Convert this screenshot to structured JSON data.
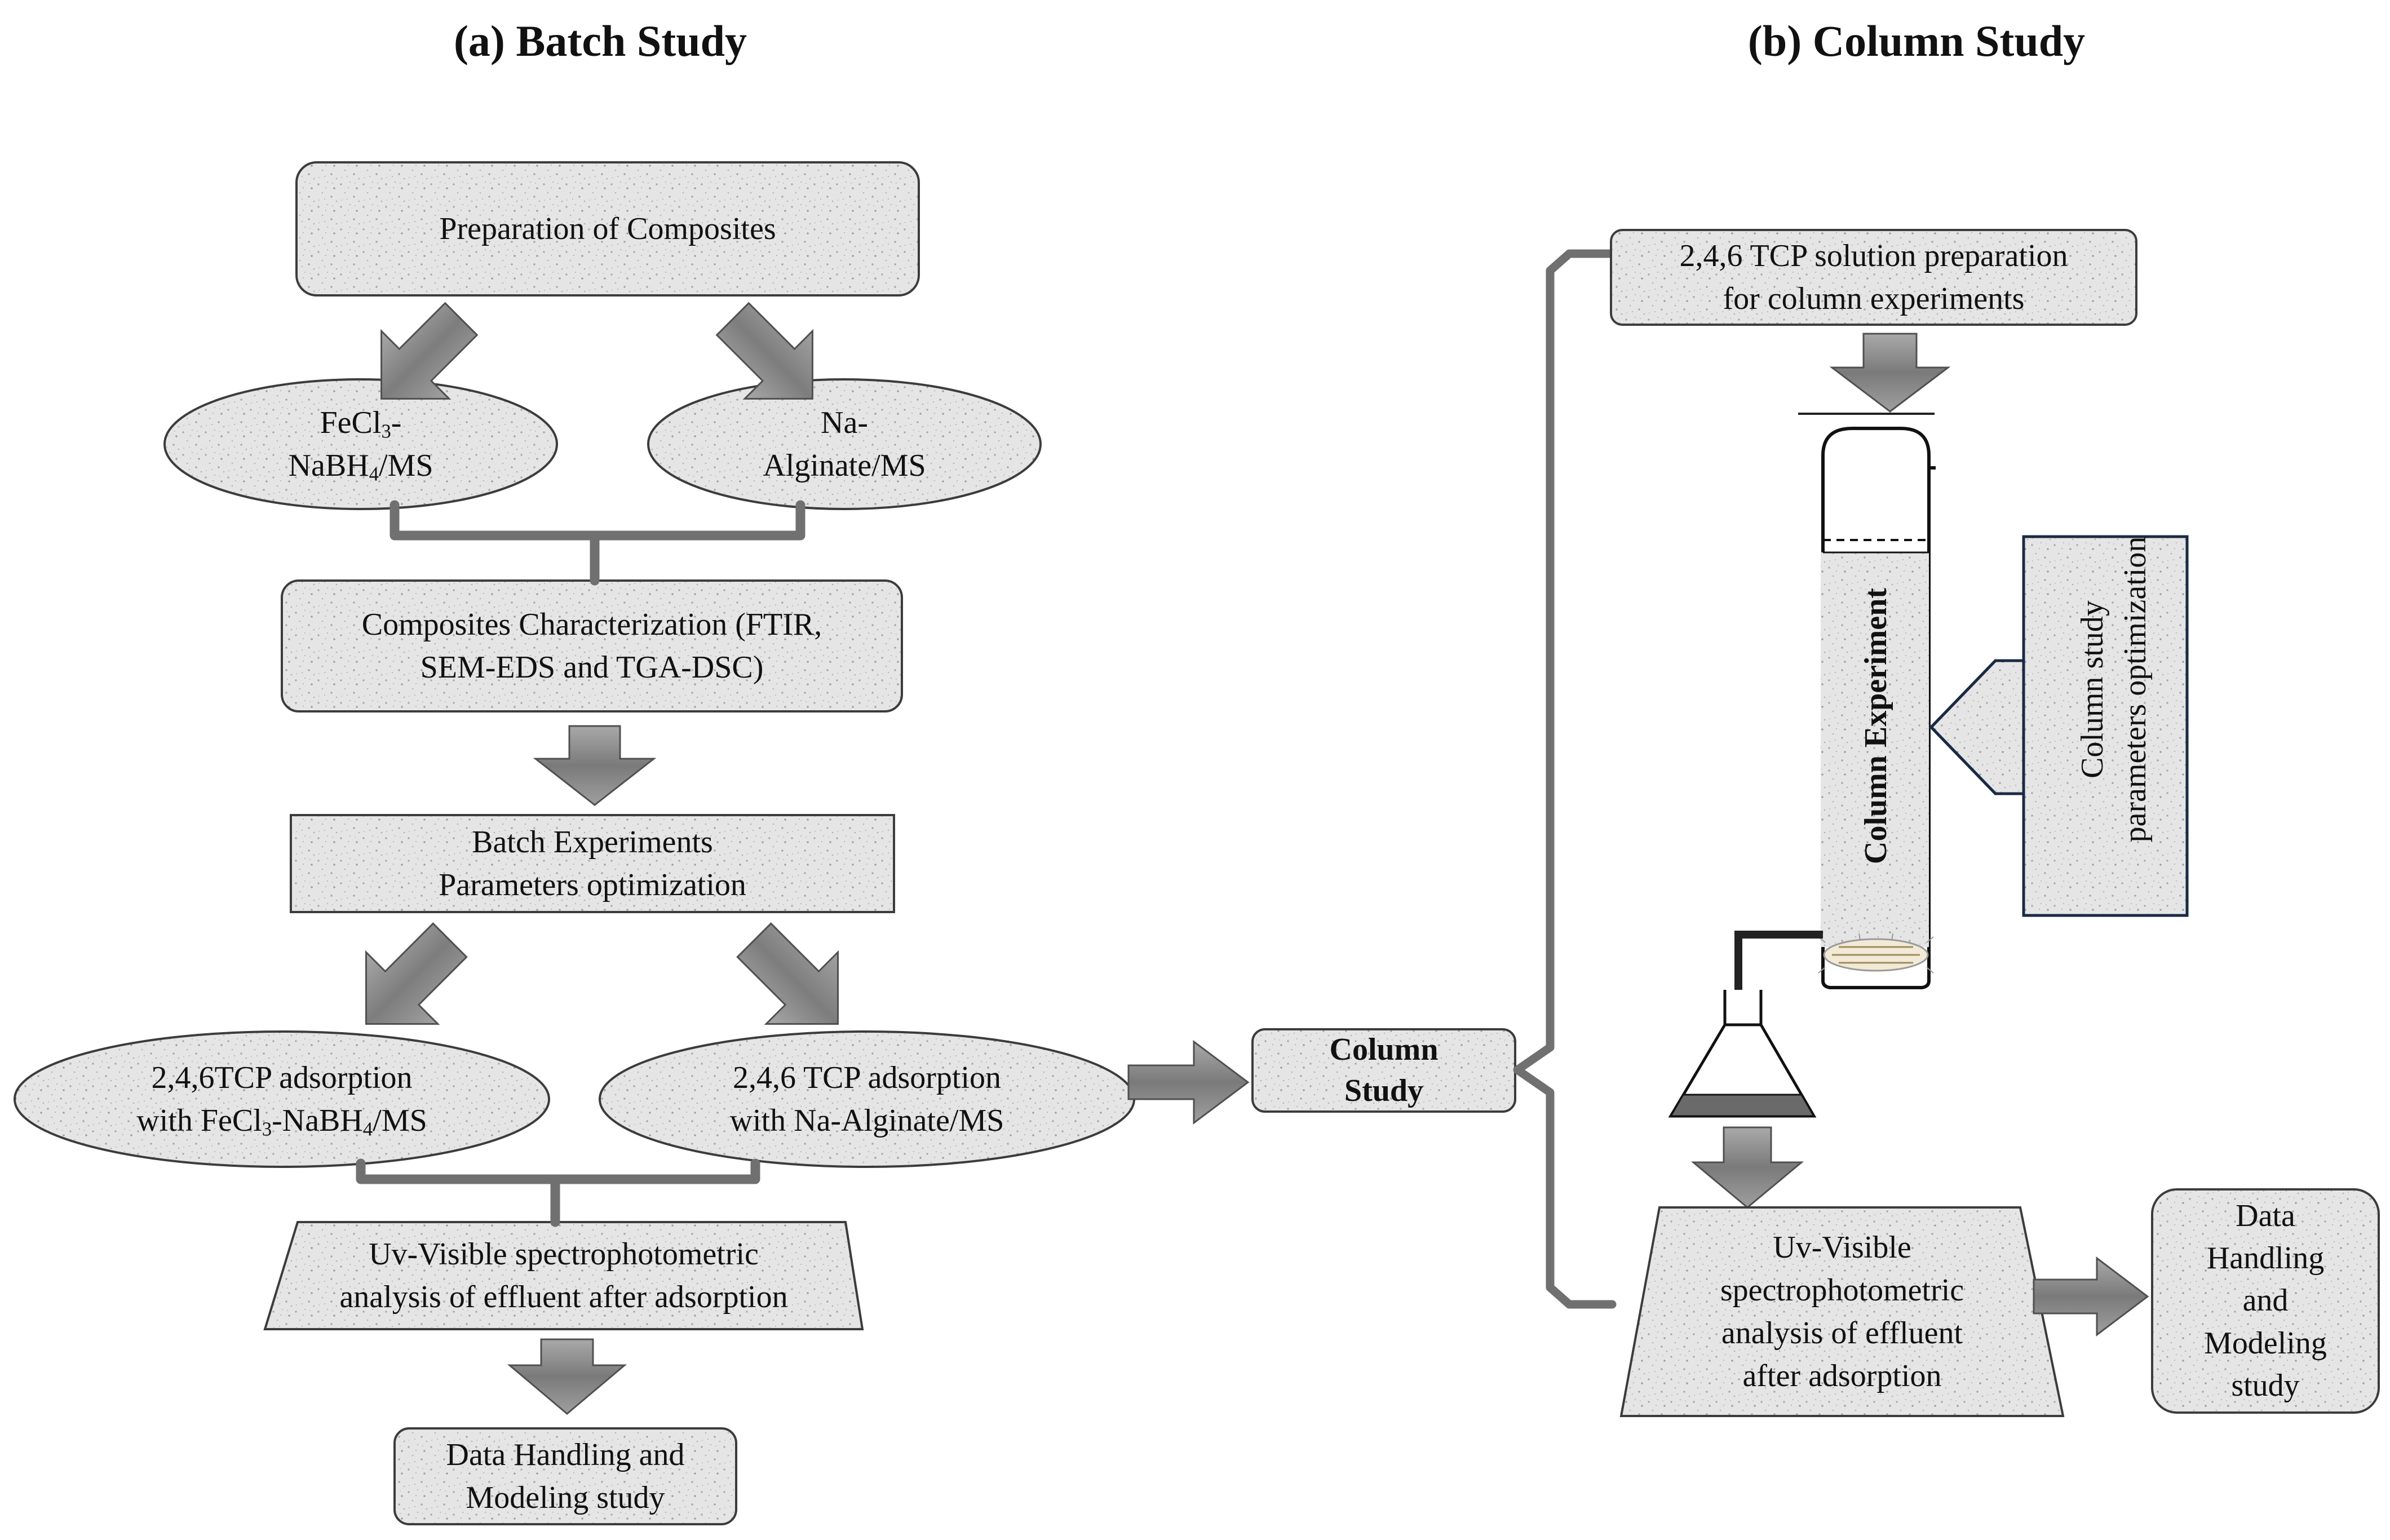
{
  "headings": {
    "batch": "(a) Batch Study",
    "column": "(b) Column Study"
  },
  "batch": {
    "prep": "Preparation of Composites",
    "fecl_ellipse": "FeCl3-\nNaBH4/MS",
    "na_ellipse": "Na-\nAlginate/MS",
    "characterization": "Composites Characterization (FTIR,\nSEM-EDS  and TGA-DSC)",
    "experiments": "Batch Experiments\nParameters optimization",
    "tcp_fecl": "2,4,6TCP adsorption\nwith FeCl3-NaBH4/MS",
    "tcp_na": "2,4,6 TCP adsorption\nwith Na-Alginate/MS",
    "uv": "Uv-Visible spectrophotometric\nanalysis of effluent after adsorption",
    "data": "Data Handling and\nModeling study"
  },
  "link": {
    "column_study": "Column\nStudy"
  },
  "column": {
    "solution_prep": "2,4,6  TCP solution preparation\nfor column experiments",
    "column_label": "Column Experiment",
    "params": "Column study\nparameters optimization",
    "uv": "Uv-Visible\nspectrophotometric\nanalysis of effluent\nafter adsorption",
    "data": "Data\nHandling\nand\nModeling\nstudy"
  },
  "colors": {
    "box_fill": "#e4e4e4",
    "box_border": "#3c3c3c",
    "arrow_fill": "#8a8a8a",
    "connector": "#707070"
  }
}
